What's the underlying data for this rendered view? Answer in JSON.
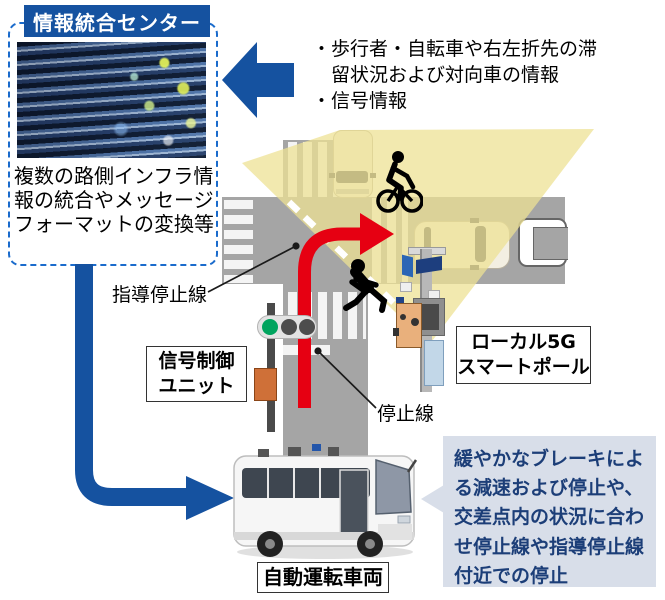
{
  "info_center": {
    "label": "情報統合センター",
    "description": "複数の路側インフラ情報の統合やメッセージフォーマットの変換等"
  },
  "sent_info": {
    "items": [
      "・歩行者・自転車や右左折先の滞留状況および対向車の情報",
      "・信号情報"
    ]
  },
  "labels": {
    "guidance_stop_line": "指導停止線",
    "stop_line": "停止線",
    "signal_unit": [
      "信号制御",
      "ユニット"
    ],
    "smart_pole": [
      "ローカル5G",
      "スマートポール"
    ],
    "vehicle": "自動運転車両"
  },
  "note": {
    "text": "緩やかなブレーキによる減速および停止や、交差点内の状況に合わせ停止線や指導停止線付近での停止"
  },
  "icons": {
    "server_image": "server-rack-photo",
    "uplink_arrow": "blue-left-arrow",
    "downlink_arrow": "blue-down-right-arrow",
    "sensing_area": "yellow-detection-fan",
    "route_arrow": "red-right-turn-route",
    "traffic_light": "signal-green-lit",
    "bus": "autonomous-bus-photo"
  },
  "colors": {
    "accent_blue": "#1552a0",
    "dashed_border_blue": "#1a6bcc",
    "route_red": "#e60012",
    "sensing_yellow": "#eee294",
    "signal_green": "#00a45e",
    "road_gray": "#a5a5a5",
    "note_bg": "#d8dee9",
    "note_text": "#1c3e78"
  }
}
